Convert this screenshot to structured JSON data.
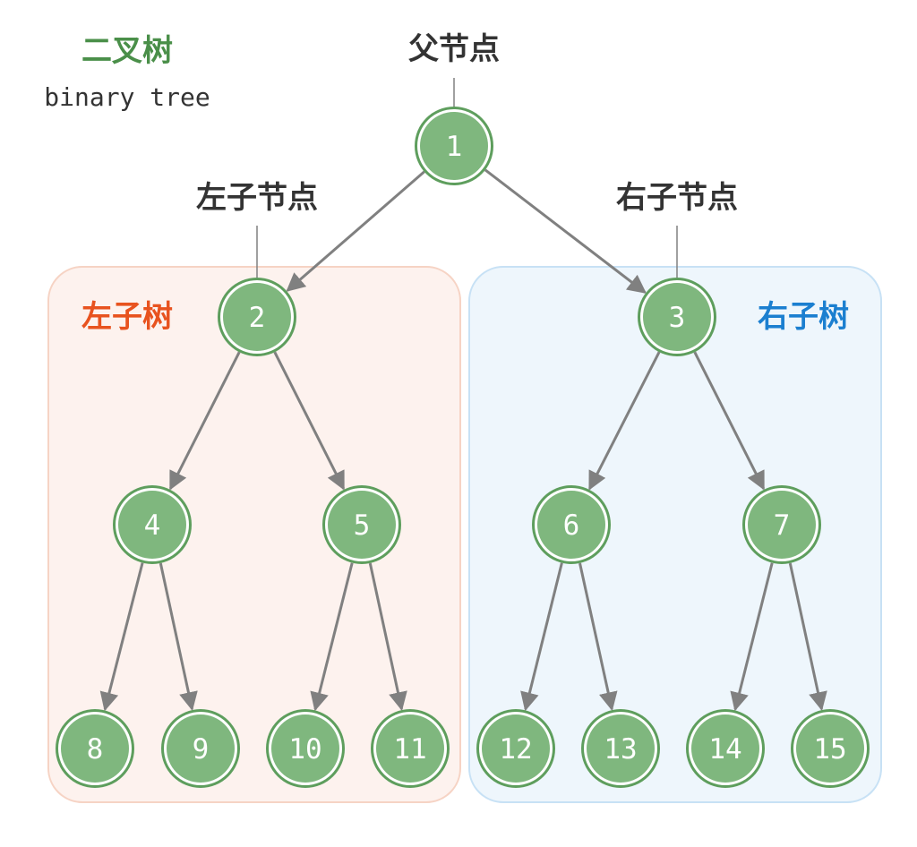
{
  "title": "二叉树",
  "subtitle": "binary tree",
  "labels": {
    "parent": "父节点",
    "left_child": "左子节点",
    "right_child": "右子节点",
    "left_subtree": "左子树",
    "right_subtree": "右子树"
  },
  "colors": {
    "node_fill": "#7fb77e",
    "node_ring": "#5e9e5d",
    "node_text": "#ffffff",
    "edge": "#808080",
    "title": "#4a8f49",
    "left_subtree_text": "#e8531f",
    "left_subtree_bg": "#fdf2ee",
    "left_subtree_border": "#f6d3c4",
    "right_subtree_text": "#1b7fd0",
    "right_subtree_bg": "#eef6fc",
    "right_subtree_border": "#c7e1f5",
    "label": "#333333"
  },
  "tree": {
    "nodes": [
      "1",
      "2",
      "3",
      "4",
      "5",
      "6",
      "7",
      "8",
      "9",
      "10",
      "11",
      "12",
      "13",
      "14",
      "15"
    ],
    "edges": [
      [
        "1",
        "2"
      ],
      [
        "1",
        "3"
      ],
      [
        "2",
        "4"
      ],
      [
        "2",
        "5"
      ],
      [
        "3",
        "6"
      ],
      [
        "3",
        "7"
      ],
      [
        "4",
        "8"
      ],
      [
        "4",
        "9"
      ],
      [
        "5",
        "10"
      ],
      [
        "5",
        "11"
      ],
      [
        "6",
        "12"
      ],
      [
        "6",
        "13"
      ],
      [
        "7",
        "14"
      ],
      [
        "7",
        "15"
      ]
    ]
  }
}
